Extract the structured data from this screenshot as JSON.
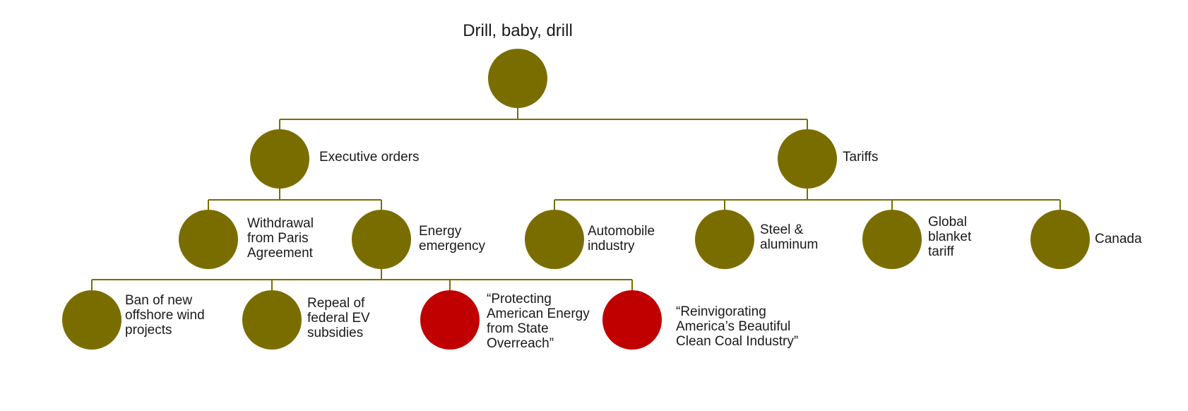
{
  "colors": {
    "primary": "#7a6d00",
    "highlight": "#c00000",
    "connector": "#7a6d00"
  },
  "tree": {
    "root": {
      "label": "Drill, baby, drill",
      "color": "primary"
    },
    "level1": [
      {
        "id": "executive-orders",
        "label": "Executive orders",
        "color": "primary"
      },
      {
        "id": "tariffs",
        "label": "Tariffs",
        "color": "primary"
      }
    ],
    "level2": [
      {
        "id": "withdrawal-paris",
        "parent": "executive-orders",
        "label": "Withdrawal\nfrom Paris\nAgreement",
        "color": "primary"
      },
      {
        "id": "energy-emergency",
        "parent": "executive-orders",
        "label": "Energy\nemergency",
        "color": "primary"
      },
      {
        "id": "automobile-industry",
        "parent": "tariffs",
        "label": "Automobile\nindustry",
        "color": "primary"
      },
      {
        "id": "steel-aluminum",
        "parent": "tariffs",
        "label": "Steel &\naluminum",
        "color": "primary"
      },
      {
        "id": "global-blanket-tariff",
        "parent": "tariffs",
        "label": "Global\nblanket\ntariff",
        "color": "primary"
      },
      {
        "id": "canada",
        "parent": "tariffs",
        "label": "Canada",
        "color": "primary"
      }
    ],
    "level3": [
      {
        "id": "ban-offshore-wind",
        "parent": "energy-emergency",
        "label": "Ban of new\noffshore wind\nprojects",
        "color": "primary"
      },
      {
        "id": "repeal-ev-subsidies",
        "parent": "energy-emergency",
        "label": "Repeal of\nfederal EV\nsubsidies",
        "color": "primary"
      },
      {
        "id": "protecting-american-energy",
        "parent": "energy-emergency",
        "label": "“Protecting\nAmerican Energy\nfrom State\nOverreach”",
        "color": "highlight"
      },
      {
        "id": "reinvigorating-coal",
        "parent": "energy-emergency",
        "label": "“Reinvigorating\nAmerica’s Beautiful\nClean Coal Industry”",
        "color": "highlight"
      }
    ]
  }
}
